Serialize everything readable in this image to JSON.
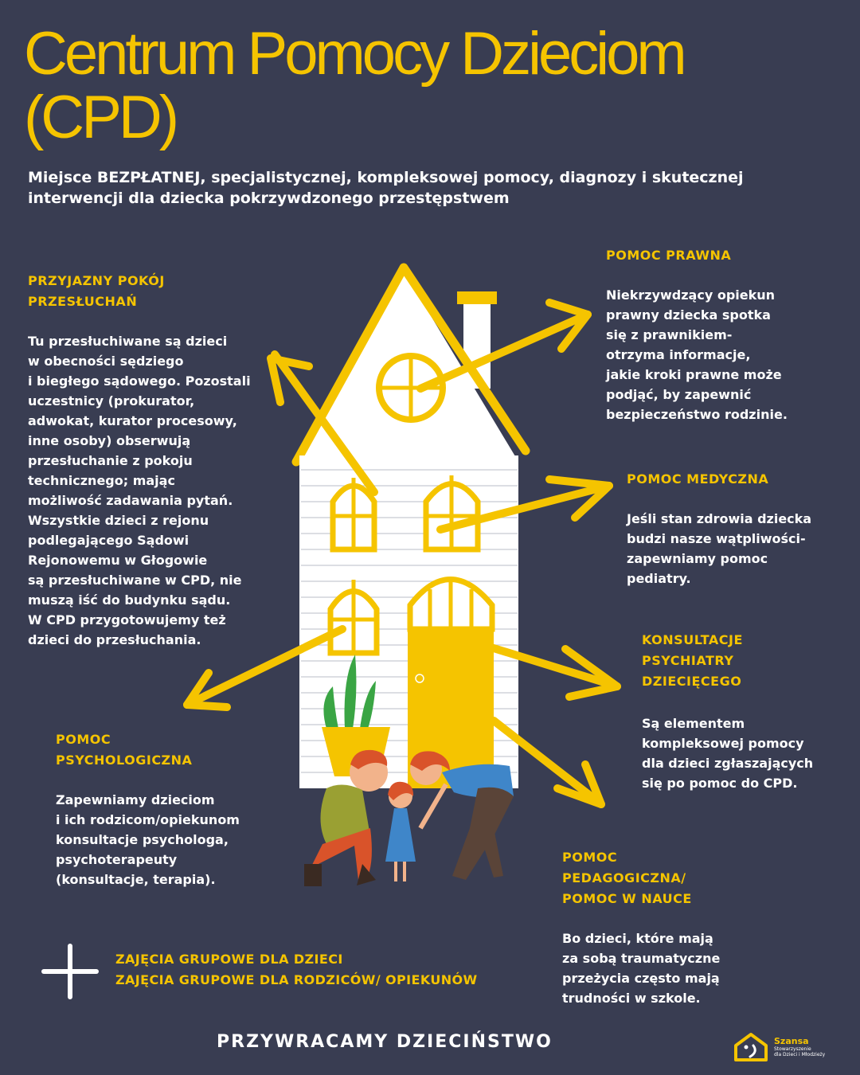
{
  "title": {
    "line1": "Centrum Pomocy Dzieciom",
    "line2": "(CPD)"
  },
  "subtitle": {
    "line1": "Miejsce BEZPŁATNEJ, specjalistycznej, kompleksowej pomocy, diagnozy i skutecznej",
    "line2": "interwencji dla dziecka pokrzywdzonego przestępstwem"
  },
  "sections": {
    "pokoj": {
      "heading": "PRZYJAZNY POKÓJ\nPRZESŁUCHAŃ",
      "body": "Tu przesłuchiwane są dzieci\nw obecności sędziego\ni biegłego sądowego. Pozostali\nuczestnicy (prokurator,\nadwokat, kurator procesowy,\ninne osoby) obserwują\nprzesłuchanie z pokoju\ntechnicznego; mając\nmożliwość zadawania pytań.\nWszystkie dzieci z rejonu\npodlegającego Sądowi\nRejonowemu w Głogowie\nsą przesłuchiwane w CPD, nie\nmuszą iść do budynku sądu.\nW CPD przygotowujemy też\ndzieci do przesłuchania."
    },
    "prawna": {
      "heading": "POMOC PRAWNA",
      "body": "Niekrzywdzący opiekun\nprawny dziecka spotka\nsię z prawnikiem-\notrzyma informacje,\njakie kroki prawne może\npodjąć, by zapewnić\nbezpieczeństwo rodzinie."
    },
    "medyczna": {
      "heading": "POMOC MEDYCZNA",
      "body": "Jeśli stan zdrowia dziecka\nbudzi nasze wątpliwości-\nzapewniamy pomoc\npediatry."
    },
    "psychiatry": {
      "heading": "KONSULTACJE\nPSYCHIATRY\nDZIECIĘCEGO",
      "body": "Są elementem\nkompleksowej pomocy\ndla dzieci zgłaszających\nsię po pomoc do CPD."
    },
    "psychologiczna": {
      "heading": "POMOC\nPSYCHOLOGICZNA",
      "body": "Zapewniamy dzieciom\ni ich rodzicom/opiekunom\nkonsultacje psychologa,\npsychoterapeuty\n(konsultacje, terapia)."
    },
    "pedagogiczna": {
      "heading": "POMOC\nPEDAGOGICZNA/\nPOMOC W NAUCE",
      "body": "Bo dzieci, które mają\nza sobą traumatyczne\nprzeżycia często mają\ntrudności w szkole."
    }
  },
  "group": {
    "line1": "ZAJĘCIA GRUPOWE DLA DZIECI",
    "line2": "ZAJĘCIA GRUPOWE DLA RODZICÓW/ OPIEKUNÓW"
  },
  "footer": "PRZYWRACAMY DZIECIŃSTWO",
  "logo": {
    "name": "Szansa",
    "sub1": "Stowarzyszenie",
    "sub2": "dla Dzieci i Młodzieży"
  },
  "colors": {
    "background": "#393d52",
    "accent": "#f5c400",
    "text": "#ffffff"
  }
}
